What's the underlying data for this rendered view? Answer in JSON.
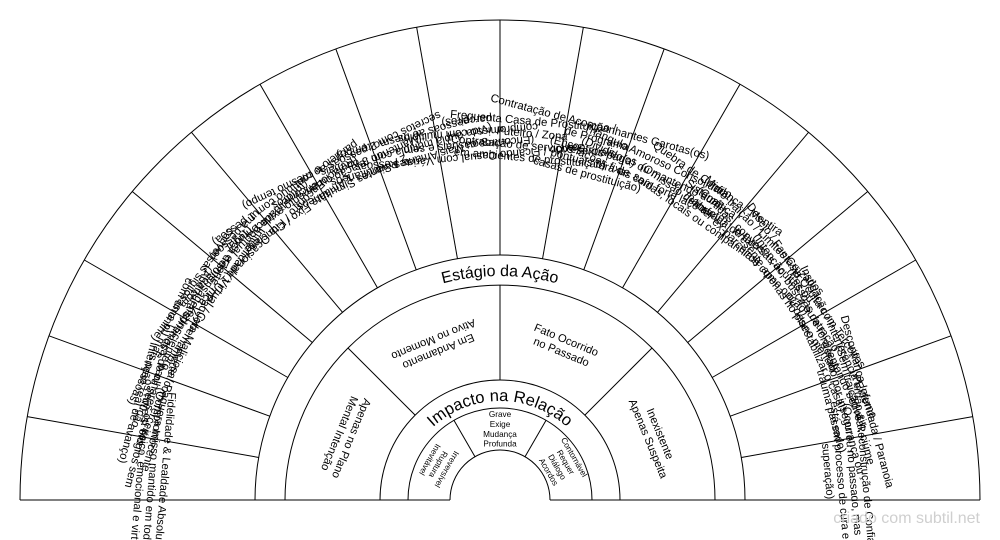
{
  "colors": {
    "stroke": "#000000",
    "background": "#ffffff",
    "text": "#000000",
    "credit": "#cfcfcf"
  },
  "outer_ring": {
    "segments": [
      [
        "Fidelidade & Lealdade Absoluta",
        "(Compromisso mantido em todos",
        "os níveis: físico, emocional e virtual)"
      ],
      [
        "Flerte / Paquera Inocente",
        "(Troca de olhares ou elogios sem",
        "intenção real de avanço)"
      ],
      [
        "Flerte / Paquera Maliciosa com Terceiros",
        "(Abertura consciente para sedução",
        "com uma ou mais pessoas)"
      ],
      [
        "Infidelidade Virtual / Cybernamoro",
        "(Troca de mensagens íntimas e",
        "conversas sigilosas online)"
      ],
      [
        "Encontro / Fita Ocasional (1 Única Vez)",
        "(Infidelidade pontual e isolada com",
        "uma pessoa)"
      ],
      [
        "1 Amante Fixo / Concreto",
        "(Relacionamento extraconjugal",
        "paralelo e contínuo com 1 pessoa)"
      ],
      [
        "2 Amantes Simultâneos",
        "(Mantendo relação ou encontros",
        "secretos com 2 pessoas ao mesmo tempo)"
      ],
      [
        "3 ou Mais Amantes Simultâneos",
        "(Vida dupla múltipla com 3 ou mais",
        "pessoas ao mesmo tempo)"
      ],
      [
        "Saindo / Ficando Casual com Várias Pessoas",
        "(Encontros casuais e sem",
        "compromisso com múltiplos",
        "parceiros)"
      ],
      [
        "Frequenta Casa de Prostituição /",
        "Puteiro / Zona",
        "(Contratação de serviços sexuais",
        "em ambientes de prostituição)"
      ],
      [
        "Contratação de Acompanhantes Garotas(os)",
        "de Programa",
        "(Encontros pagos",
        "pontuais fora de",
        "casas de prostituição)"
      ],
      [
        "Triângulo Amoroso Consolidado",
        "(Dividido(a) ou mantendo duas",
        "relações fixas com forte laço afeto)"
      ],
      [
        "Quebra de Confiança / Mentira",
        "Sistemática",
        "(Omissão deliberada de fatos,",
        "saídas, locais ou companhias)"
      ],
      [
        "Micro-traição / Limites Cruzados",
        "(Curtidas, conversas ocultas ou",
        "manter ex-parceiros como opção)"
      ],
      [
        "Desejo / Fantasia Oculta com Terceiros",
        "(Intenção, busca ou atração",
        "presente apenas no plano mental)"
      ],
      [
        "Instigação / Interferência Externa",
        "(Pessoas de fora tentando seduzir",
        "ou desestabilizar o casal)"
      ],
      [
        "Desconfiança Infundada / Paranoia",
        "(Sem traição real; ciúme",
        "gerado por insegurança ou",
        "trauma passado)"
      ],
      [
        "Perdão & Reconstrução de Confiança",
        "(Ocorreu no passado, mas",
        "está em processo de cura e",
        "superação)"
      ]
    ]
  },
  "middle_ring": {
    "title": "Estágio da Ação",
    "segments": [
      [
        "Apenas no Plano",
        "Mental Intenção"
      ],
      [
        "Em Andamento",
        "Ativo no Momento"
      ],
      [
        "Fato Ocorrido",
        "no Passado"
      ],
      [
        "Inexistente",
        "Apenas Suspeita"
      ]
    ]
  },
  "inner_ring": {
    "title": "Impacto na Relação",
    "segments": [
      [
        "Irreversível",
        "Ruptura",
        "Inevitável"
      ],
      [
        "Grave",
        "Exige",
        "Mudança",
        "Profunda"
      ],
      [
        "Contornável",
        "Requer",
        "Diálogo",
        "Acordos"
      ]
    ]
  },
  "credit": "criado com subtil.net"
}
